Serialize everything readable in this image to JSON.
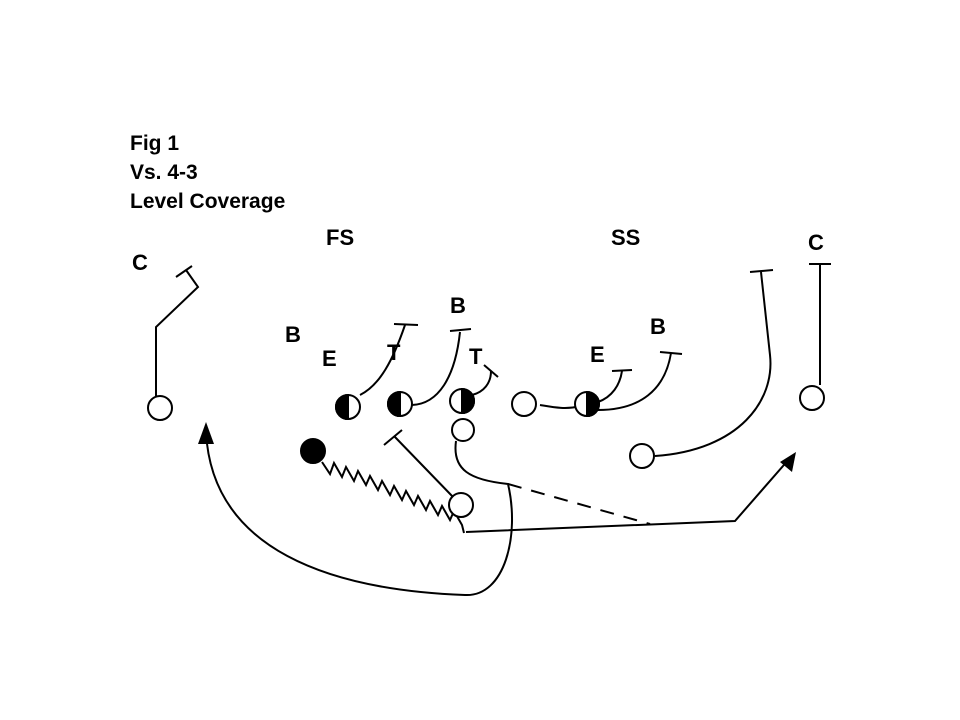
{
  "figure": {
    "title_lines": [
      "Fig 1",
      "Vs. 4-3",
      "Level Coverage"
    ]
  },
  "defense": {
    "labels": {
      "fs": "FS",
      "ss": "SS",
      "c_left": "C",
      "c_right": "C",
      "b_left": "B",
      "e_left": "E",
      "t_left": "T",
      "b_mid": "B",
      "t_mid": "T",
      "e_right": "E",
      "b_right": "B"
    }
  },
  "colors": {
    "ink": "#000000",
    "background": "#ffffff"
  }
}
